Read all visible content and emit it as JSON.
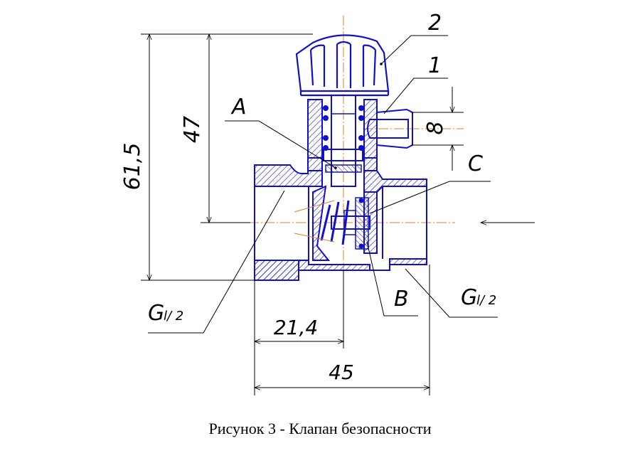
{
  "colors": {
    "part_outline": "#1010cc",
    "centerline": "#e08020",
    "dimension": "#000000",
    "hatch": "#1010cc"
  },
  "labels": {
    "part_2": "2",
    "part_1": "1",
    "point_a": "A",
    "point_b": "B",
    "point_c": "C"
  },
  "dimensions": {
    "overall_height": "61,5",
    "axis_height": "47",
    "outlet_diameter": "8",
    "axis_offset": "21,4",
    "overall_length": "45"
  },
  "threads": {
    "left": {
      "prefix": "G",
      "suffix": "l/ 2"
    },
    "right": {
      "prefix": "G",
      "suffix": "l/ 2"
    }
  },
  "caption": "Рисунок 3 - Клапан безопасности"
}
